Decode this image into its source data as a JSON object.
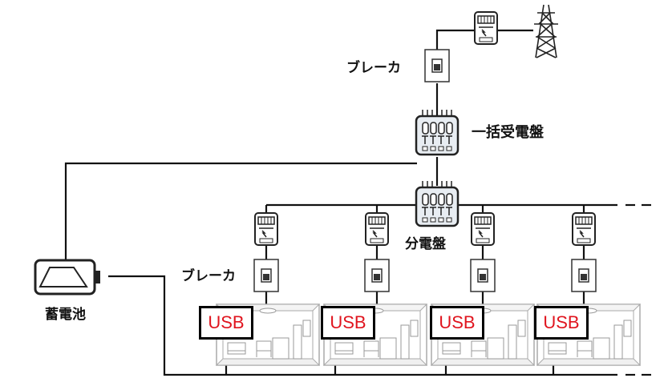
{
  "labels": {
    "breaker_top": "ブレーカ",
    "main_panel": "一括受電盤",
    "sub_panel": "分電盤",
    "breaker_mid": "ブレーカ",
    "battery": "蓄電池"
  },
  "rooms": [
    {
      "usb_label": "USB"
    },
    {
      "usb_label": "USB"
    },
    {
      "usb_label": "USB"
    },
    {
      "usb_label": "USB"
    }
  ],
  "colors": {
    "line": "#111111",
    "usb_text": "#e0141e",
    "panel_fill": "#e8edf2"
  }
}
